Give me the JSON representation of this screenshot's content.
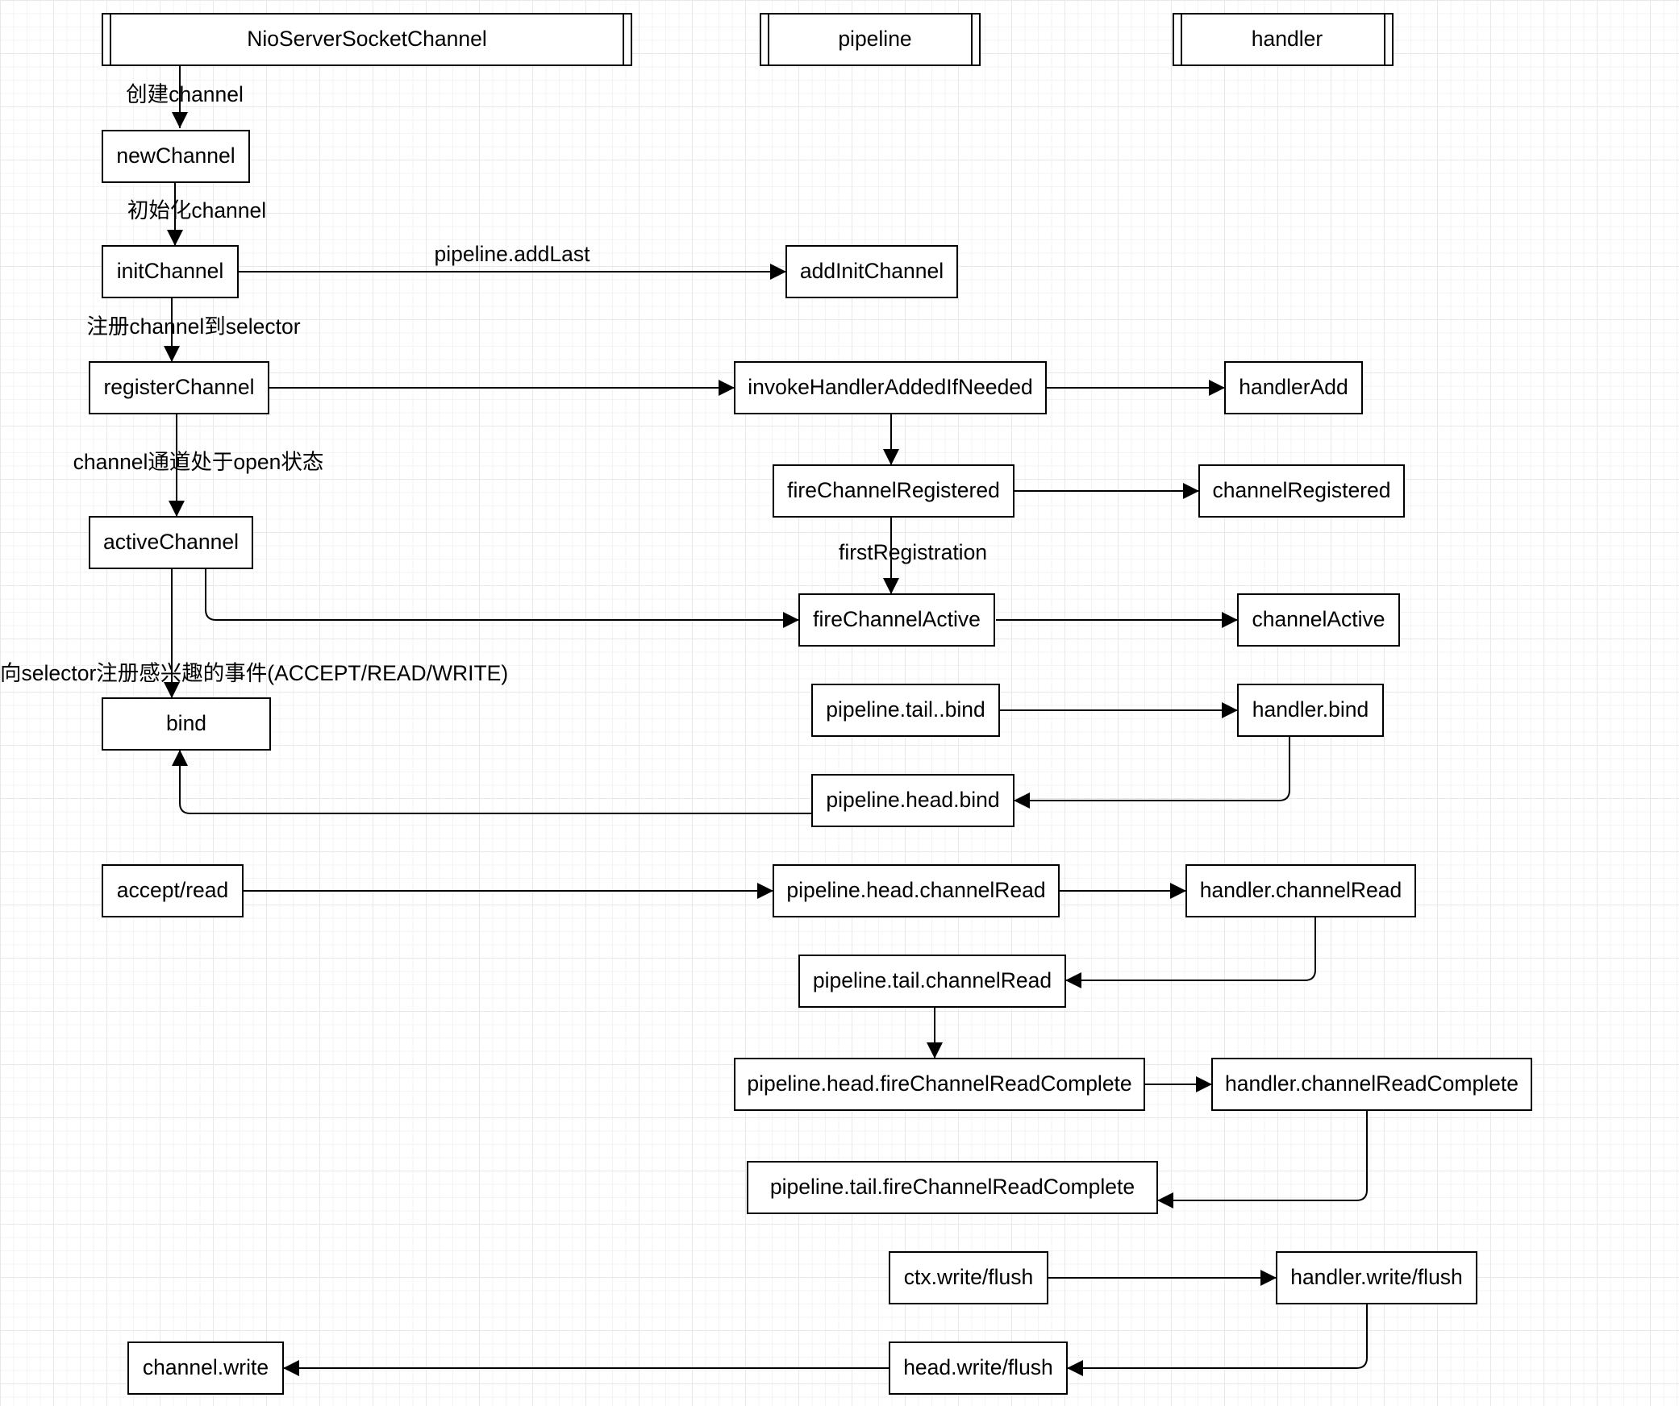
{
  "colors": {
    "stroke": "#000000",
    "fill": "#ffffff",
    "grid": "#e8e8e8"
  },
  "lanes": {
    "channel": "NioServerSocketChannel",
    "pipeline": "pipeline",
    "handler": "handler"
  },
  "nodes": {
    "newChannel": "newChannel",
    "initChannel": "initChannel",
    "addInitChannel": "addInitChannel",
    "registerChannel": "registerChannel",
    "invokeHandlerAddedIfNeeded": "invokeHandlerAddedIfNeeded",
    "handlerAdd": "handlerAdd",
    "fireChannelRegistered": "fireChannelRegistered",
    "channelRegistered": "channelRegistered",
    "activeChannel": "activeChannel",
    "fireChannelActive": "fireChannelActive",
    "channelActive": "channelActive",
    "bind": "bind",
    "pipelineTailBind": "pipeline.tail..bind",
    "handlerBind": "handler.bind",
    "pipelineHeadBind": "pipeline.head.bind",
    "acceptRead": "accept/read",
    "pipelineHeadChannelRead": "pipeline.head.channelRead",
    "handlerChannelRead": "handler.channelRead",
    "pipelineTailChannelRead": "pipeline.tail.channelRead",
    "pipelineHeadFireChannelReadComplete": "pipeline.head.fireChannelReadComplete",
    "handlerChannelReadComplete": "handler.channelReadComplete",
    "pipelineTailFireChannelReadComplete": "pipeline.tail.fireChannelReadComplete",
    "ctxWriteFlush": "ctx.write/flush",
    "handlerWriteFlush": "handler.write/flush",
    "channelWrite": "channel.write",
    "headWriteFlush": "head.write/flush"
  },
  "edge_labels": {
    "createChannel": "创建channel",
    "initChannel": "初始化channel",
    "addLast": "pipeline.addLast",
    "registerToSelector": "注册channel到selector",
    "channelOpen": "channel通道处于open状态",
    "firstRegistration": "firstRegistration",
    "registerInterest": "向selector注册感兴趣的事件(ACCEPT/READ/WRITE)"
  }
}
